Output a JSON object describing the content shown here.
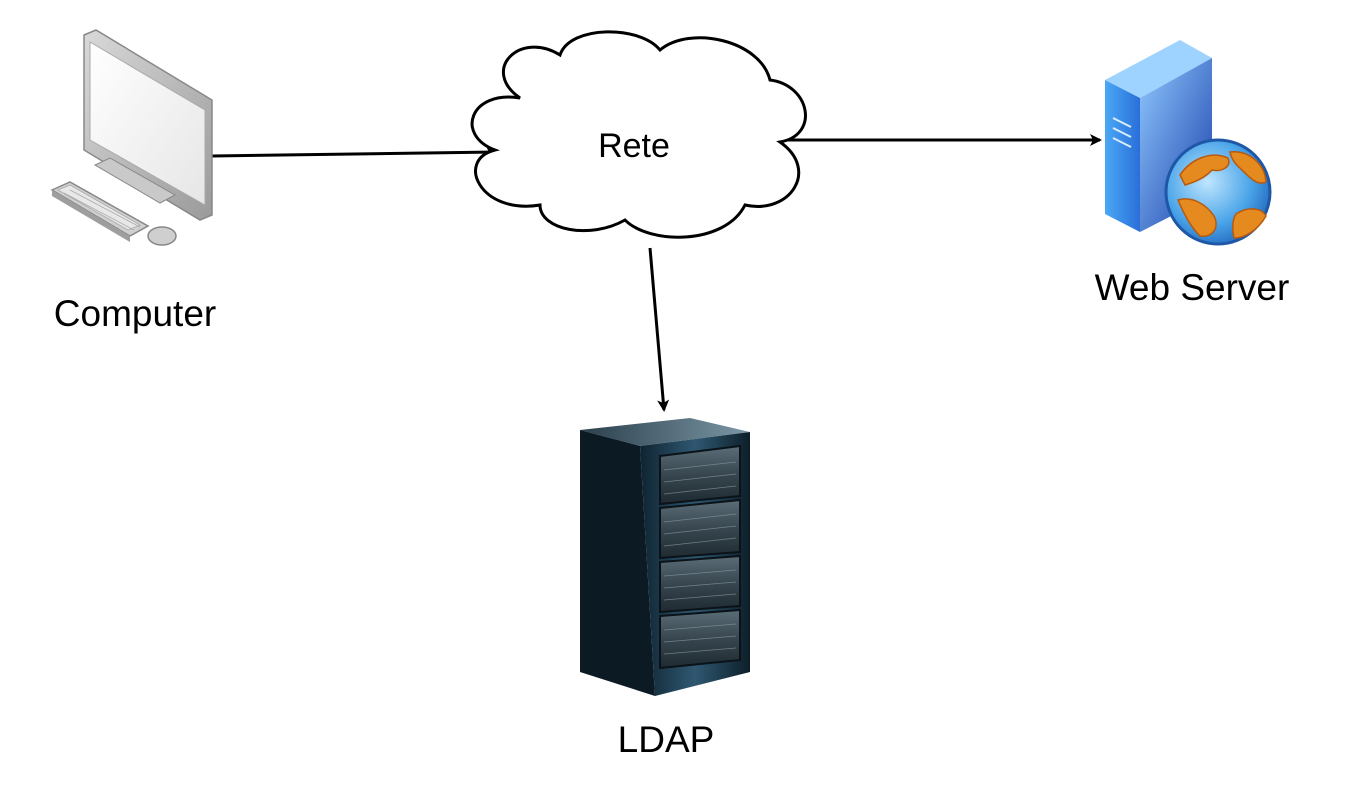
{
  "diagram": {
    "nodes": {
      "computer": {
        "label": "Computer",
        "icon": "desktop-computer-icon"
      },
      "network": {
        "label": "Rete",
        "icon": "cloud-icon"
      },
      "web_server": {
        "label": "Web Server",
        "icon": "web-server-icon"
      },
      "ldap": {
        "label": "LDAP",
        "icon": "server-rack-icon"
      }
    },
    "edges": [
      {
        "from": "computer",
        "to": "network"
      },
      {
        "from": "network",
        "to": "web_server"
      },
      {
        "from": "network",
        "to": "ldap"
      }
    ]
  }
}
